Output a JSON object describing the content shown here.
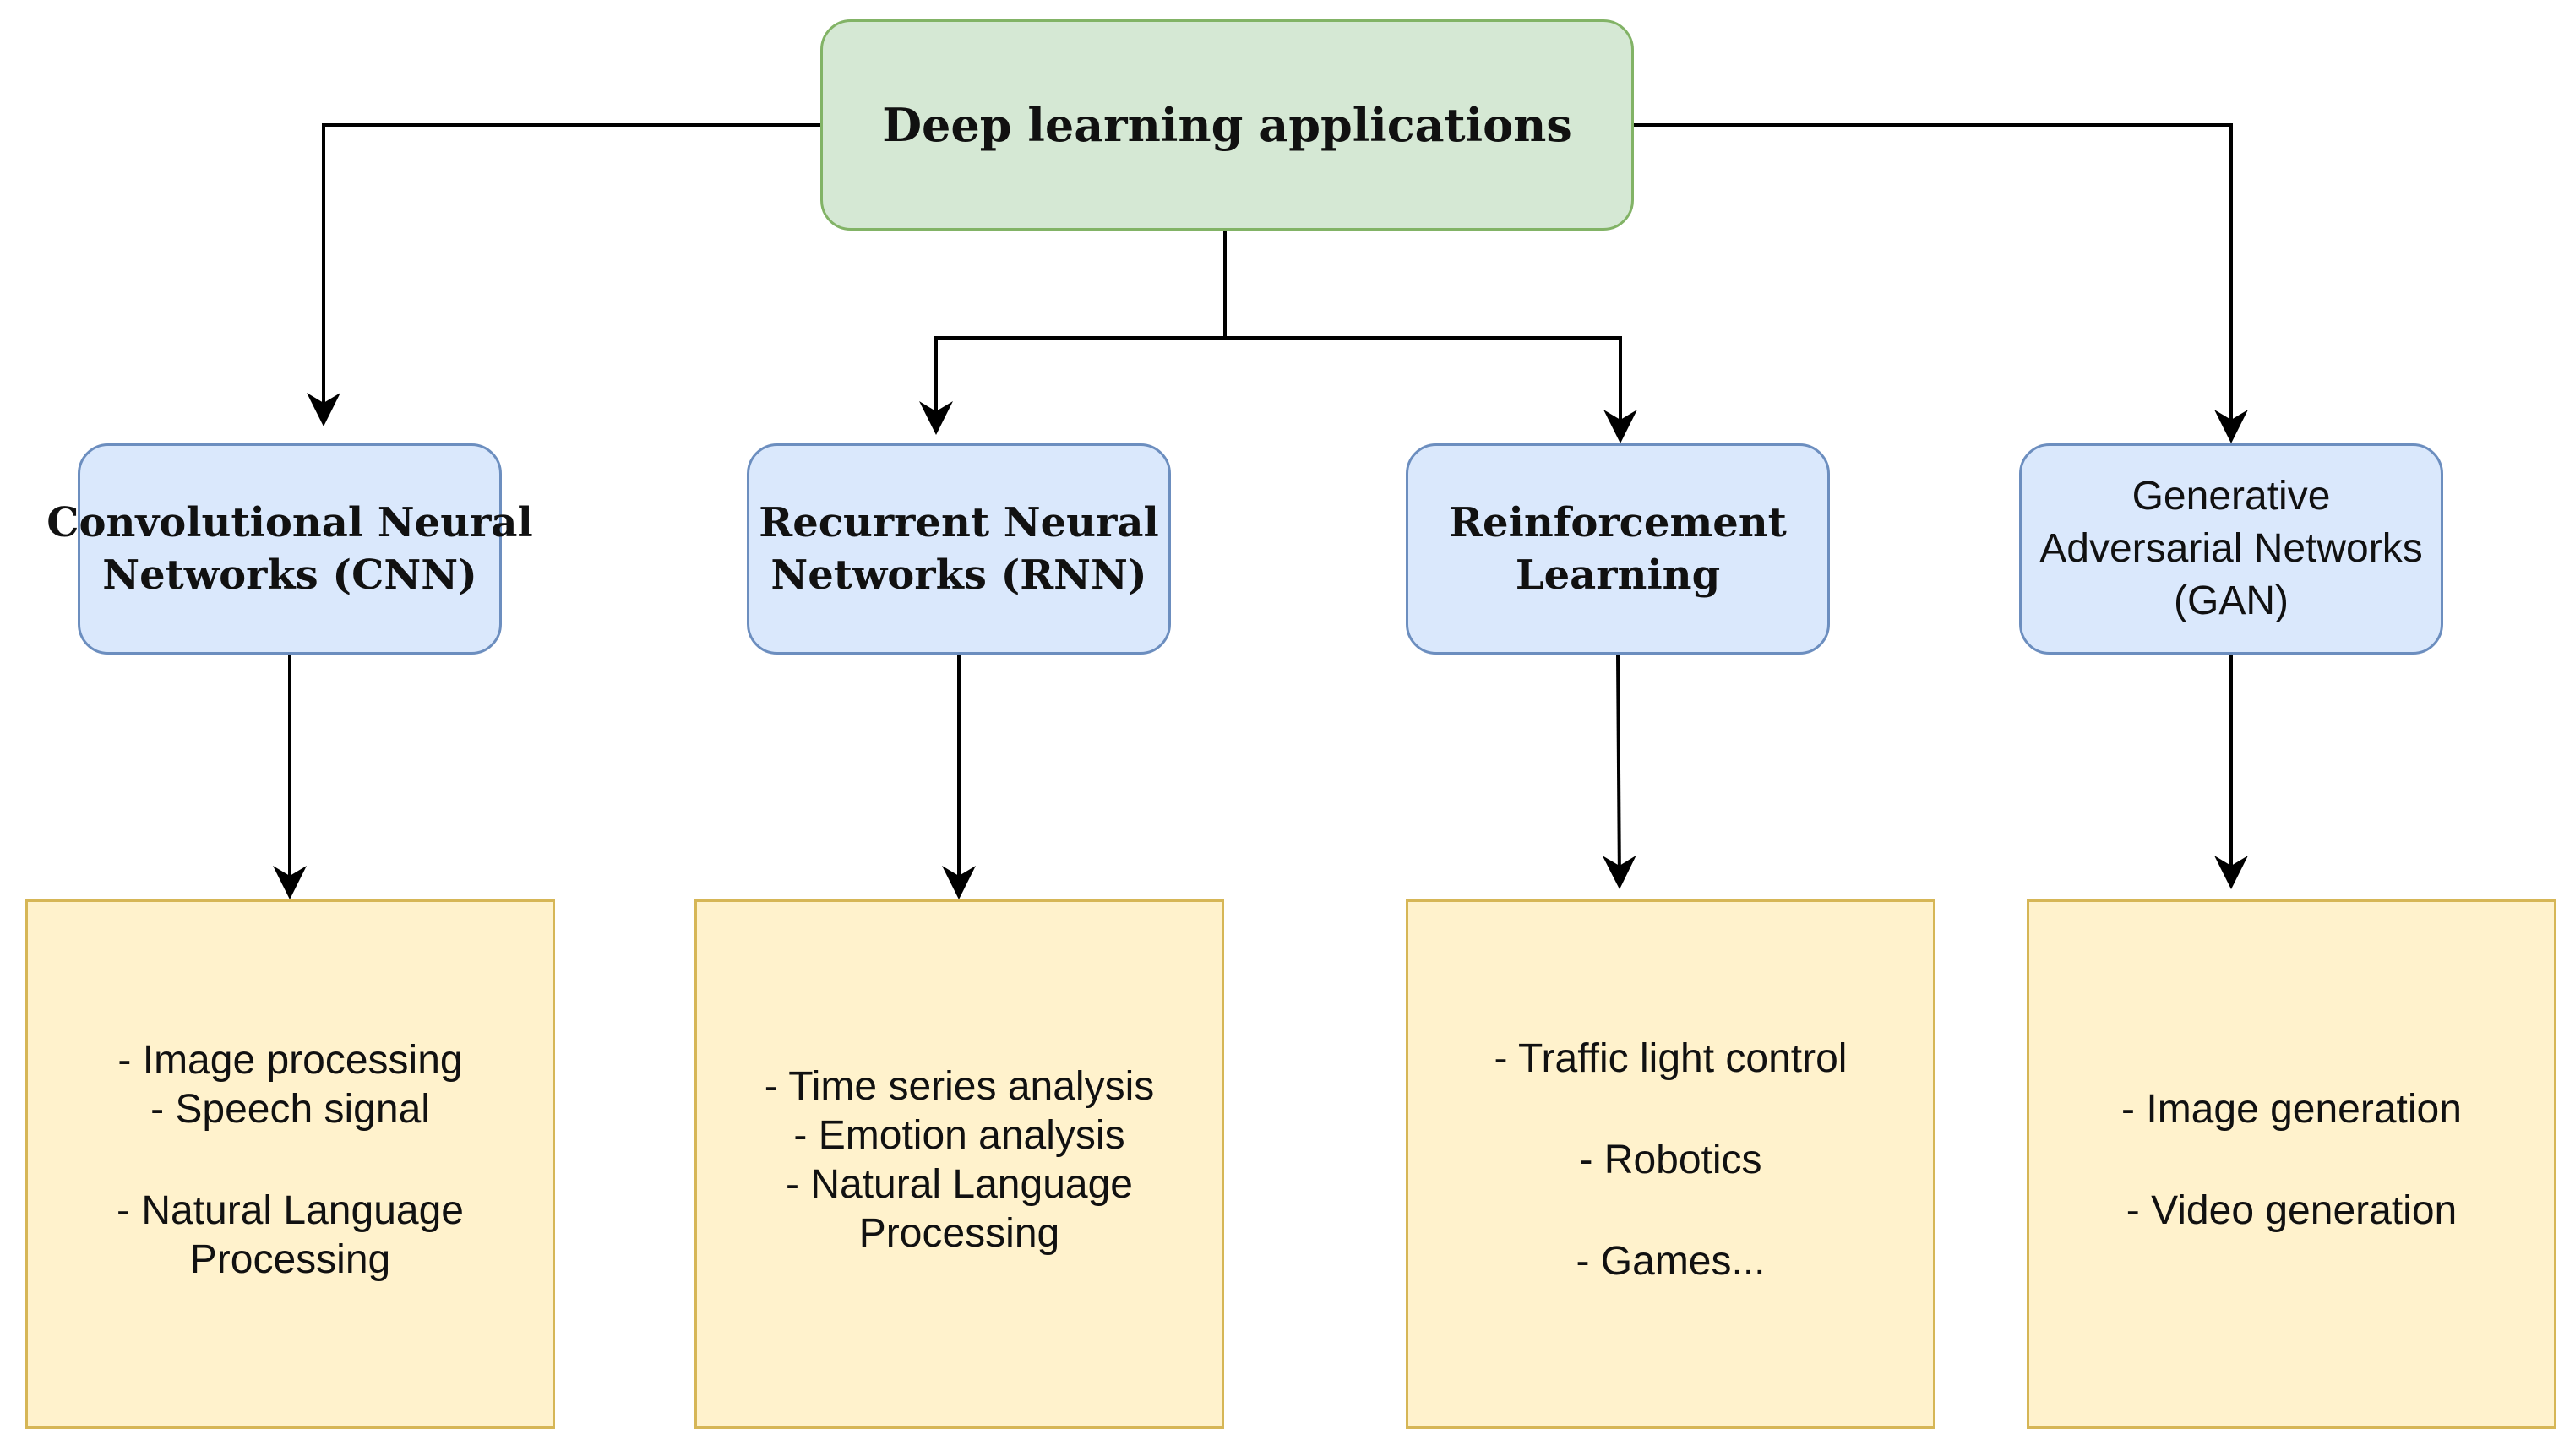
{
  "root": {
    "label": "Deep learning applications"
  },
  "categories": [
    {
      "lines": [
        "Convolutional Neural",
        "Networks (CNN)"
      ]
    },
    {
      "lines": [
        "Recurrent Neural",
        "Networks (RNN)"
      ]
    },
    {
      "lines": [
        "Reinforcement",
        "Learning"
      ]
    },
    {
      "lines": [
        "Generative",
        "Adversarial Networks",
        "(GAN)"
      ]
    }
  ],
  "applications": [
    {
      "lines": [
        "- Image processing",
        "- Speech signal",
        "",
        "- Natural Language",
        "Processing"
      ]
    },
    {
      "lines": [
        "- Time series analysis",
        "- Emotion analysis",
        "- Natural Language",
        "Processing"
      ]
    },
    {
      "lines": [
        "- Traffic light control",
        "",
        "- Robotics",
        "",
        "- Games..."
      ]
    },
    {
      "lines": [
        "- Image generation",
        "",
        "- Video generation"
      ]
    }
  ],
  "colors": {
    "root_fill": "#d5e8d4",
    "root_stroke": "#82b366",
    "category_fill": "#dae8fc",
    "category_stroke": "#6c8ebf",
    "application_fill": "#fff2cc",
    "application_stroke": "#d6b656",
    "connector": "#000000"
  }
}
